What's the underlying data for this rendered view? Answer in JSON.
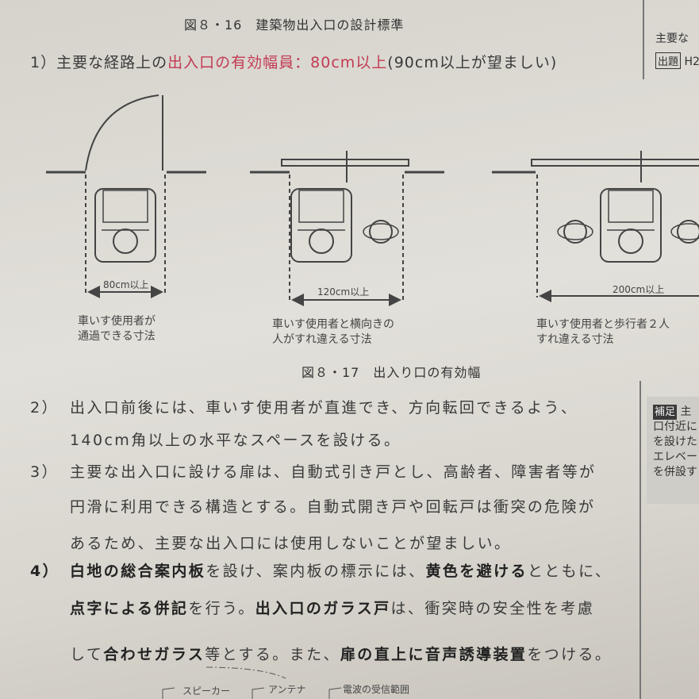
{
  "figure_16_title": "図８・16　建築物出入口の設計標準",
  "item1": {
    "num": "1）",
    "pre": "主要な経路上の",
    "red1": "出入口の有効幅員",
    "colon": "：",
    "red2": "80cm以上",
    "post": "(90cm以上が望ましい)"
  },
  "diagrams": [
    {
      "dimension": "80cm以上",
      "caption_l1": "車いす使用者が",
      "caption_l2": "通過できる寸法"
    },
    {
      "dimension": "120cm以上",
      "caption_l1": "車いす使用者と横向きの",
      "caption_l2": "人がすれ違える寸法"
    },
    {
      "dimension": "200cm以上",
      "caption_l1": "車いす使用者と歩行者２人",
      "caption_l2": "すれ違える寸法"
    }
  ],
  "figure_17_title": "図８・17　出入り口の有効幅",
  "item2": {
    "num": "2）",
    "lines": [
      "出入口前後には、車いす使用者が直進でき、方向転回できるよう、",
      "140cm角以上の水平なスペースを設ける。"
    ]
  },
  "item3": {
    "num": "3）",
    "lines": [
      "主要な出入口に設ける扉は、自動式引き戸とし、高齢者、障害者等が",
      "円滑に利用できる構造とする。自動式開き戸や回転戸は衝突の危険が",
      "あるため、主要な出入口には使用しないことが望ましい。"
    ]
  },
  "item4": {
    "num": "4）",
    "line1": [
      "白地の総合案内板",
      "を設け、案内板の標示には、",
      "黄色を避ける",
      "とともに、"
    ],
    "line2": [
      "点字による併記",
      "を行う。",
      "出入口のガラス戸",
      "は、衝突時の安全性を考慮"
    ],
    "line3": [
      "して",
      "合わせガラス",
      "等とする。また、",
      "扉の直上に音声誘導装置",
      "をつける。"
    ]
  },
  "bottom_labels": [
    "スピーカー",
    "アンテナ",
    "電波の受信範囲"
  ],
  "sidebar": {
    "top_text": "主要な",
    "exam_tag": "出題",
    "exam_text": "H2",
    "note_tag": "補足",
    "note_lines": [
      "主",
      "口付近に",
      "を設けた",
      "エレベー",
      "を併設す"
    ]
  },
  "colors": {
    "accent_red": "#c23a52",
    "text": "#3a3a3a",
    "paper": "#dedbd4"
  }
}
